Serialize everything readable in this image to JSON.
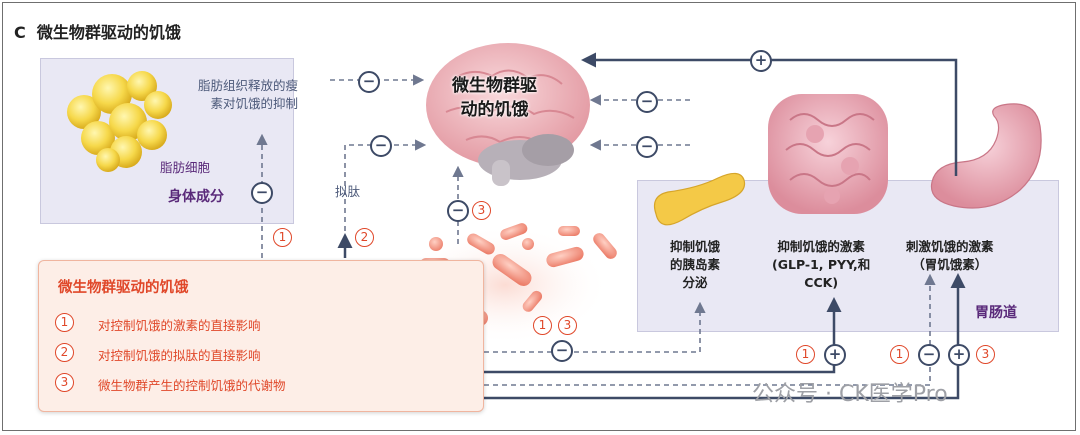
{
  "panel": {
    "letter": "C",
    "title": "微生物群驱动的饥饿"
  },
  "body_box": {
    "fat_label": "脂肪细胞",
    "title": "身体成分"
  },
  "fat_release_label_1": "脂肪组织释放的瘦",
  "fat_release_label_2": "素对饥饿的抑制",
  "agonist_label": "拟肽",
  "brain_label_1": "微生物群驱",
  "brain_label_2": "动的饥饿",
  "pancreas_label": [
    "抑制饥饿",
    "的胰岛素",
    "分泌"
  ],
  "suppress_hormone_label": [
    "抑制饥饿的激素",
    "(GLP-1, PYY,和",
    "CCK)"
  ],
  "stimulate_hormone_label": [
    "刺激饥饿的激素",
    "（胃饥饿素）"
  ],
  "gut_title": "胃肠道",
  "legend": {
    "title": "微生物群驱动的饥饿",
    "items": [
      {
        "num": "1",
        "text": "对控制饥饿的激素的直接影响"
      },
      {
        "num": "2",
        "text": "对控制饥饿的拟肽的直接影响"
      },
      {
        "num": "3",
        "text": "微生物群产生的控制饥饿的代谢物"
      }
    ]
  },
  "signs": {
    "minus": "−",
    "plus": "+"
  },
  "nums": {
    "one": "1",
    "two": "2",
    "three": "3"
  },
  "watermark": "公众号 · CK医学Pro",
  "colors": {
    "arrow": "#6f7890",
    "arrow_dark": "#3d4a66",
    "accent": "#e0482a",
    "panel_bg": "#e9e8f4",
    "legend_bg": "#fdeee7"
  }
}
